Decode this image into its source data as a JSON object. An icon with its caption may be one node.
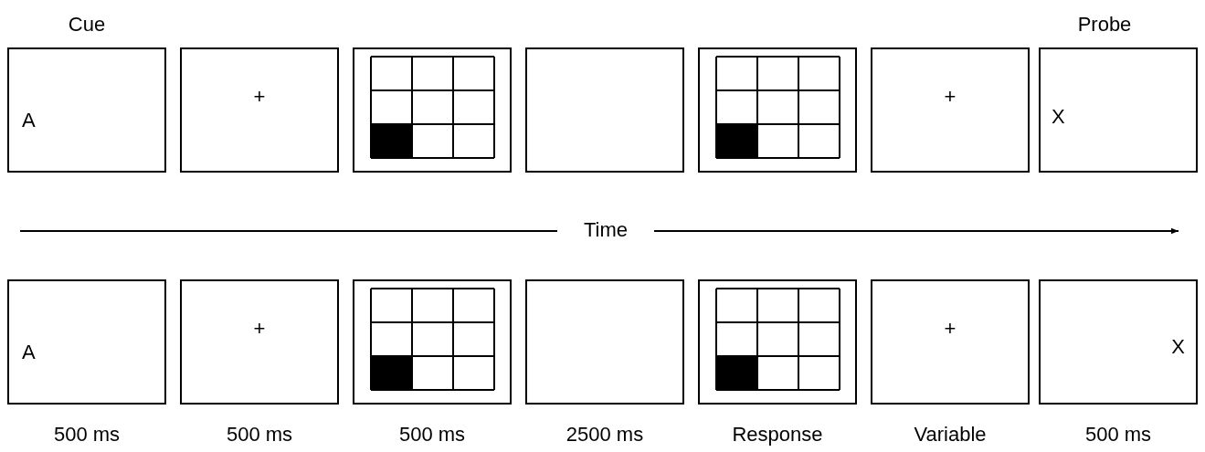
{
  "diagram": {
    "nodes": [
      {
        "text": [
          "A"
        ],
        "beside": [
          "Cue"
        ]
      },
      {
        "text": [
          "+"
        ]
      },
      {
        "text": [],
        "shape": "picture"
      },
      {
        "text": [],
        "shape": "box"
      },
      {
        "text": [],
        "shape": "picture"
      },
      {
        "text": [
          "+"
        ]
      },
      {
        "text": [
          "X"
        ],
        "beside": [
          "Probe"
        ]
      },
      {
        "text": [
          "A"
        ],
        "beside": [
          "500 ms"
        ]
      },
      {
        "text": [
          "+"
        ],
        "beside": [
          "500 ms"
        ]
      },
      {
        "text": [],
        "shape": "picture",
        "beside": [
          "500 ms"
        ]
      },
      {
        "text": [],
        "shape": "box",
        "beside": [
          "2500 ms"
        ]
      },
      {
        "text": [],
        "shape": "picture",
        "beside": [
          "Response"
        ]
      },
      {
        "text": [
          "+"
        ],
        "beside": [
          "Variable"
        ]
      },
      {
        "text": [
          "X"
        ],
        "beside": [
          "500 ms"
        ]
      }
    ],
    "labels": [
      "Time"
    ]
  }
}
